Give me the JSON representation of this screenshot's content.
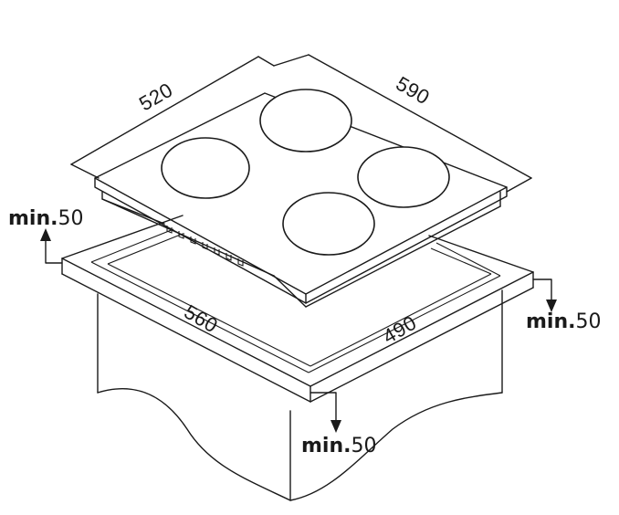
{
  "hob": {
    "dim_width": "590",
    "dim_depth": "520"
  },
  "cutout": {
    "dim_width": "560",
    "dim_depth": "490"
  },
  "clearances": [
    {
      "prefix": "min.",
      "value": "50"
    },
    {
      "prefix": "min.",
      "value": "50"
    },
    {
      "prefix": "min.",
      "value": "50"
    }
  ]
}
